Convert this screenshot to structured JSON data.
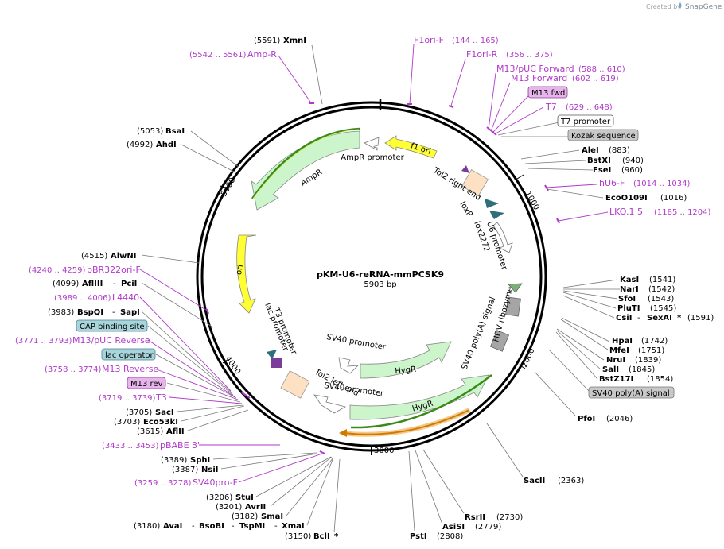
{
  "header": {
    "created_by": "Created by",
    "brand": "SnapGene"
  },
  "plasmid": {
    "name": "pKM-U6-reRNA-mmPCSK9",
    "size": "5903 bp"
  },
  "ticks": [
    "1000",
    "2000",
    "3000",
    "4000",
    "5000"
  ],
  "features": {
    "f1_ori": "f1 ori",
    "ampr": "AmpR",
    "ampr_promoter": "AmpR promoter",
    "tol2_right": "Tol2 right end",
    "loxp": "loxP",
    "lox2272": "lox2272",
    "u6_promoter": "U6 promoter",
    "ori": "ori",
    "t3_promoter": "T3 promoter",
    "lac_promoter": "lac promoter",
    "hdv_ribozyme": "HDV ribozyme",
    "sv40_polya": "SV40 poly(A) signal",
    "sv40_promoter_1": "SV40 promoter",
    "hygr_1": "HygR",
    "tol2_left": "Tol2 left end",
    "sv40_promoter_2": "SV40 promoter",
    "hygr_2": "HygR"
  },
  "right_sites": {
    "f1ori_f": {
      "name": "F1ori-F",
      "pos": "(144 .. 165)"
    },
    "f1ori_r": {
      "name": "F1ori-R",
      "pos": "(356 .. 375)"
    },
    "m13puc_fwd": {
      "name": "M13/pUC Forward",
      "pos": "(588 .. 610)"
    },
    "m13_forward": {
      "name": "M13 Forward",
      "pos": "(602 .. 619)"
    },
    "m13_fwd_box": "M13 fwd",
    "t7": {
      "name": "T7",
      "pos": "(629 .. 648)"
    },
    "t7_promoter_box": "T7 promoter",
    "kozak_box": "Kozak sequence",
    "alei": {
      "name": "AleI",
      "pos": "(883)"
    },
    "bstxi": {
      "name": "BstXI",
      "pos": "(940)"
    },
    "fsei": {
      "name": "FseI",
      "pos": "(960)"
    },
    "hu6f": {
      "name": "hU6-F",
      "pos": "(1014 .. 1034)"
    },
    "ecoo109i": {
      "name": "EcoO109I",
      "pos": "(1016)"
    },
    "lko1": {
      "name": "LKO.1 5'",
      "pos": "(1185 .. 1204)"
    },
    "kasi": {
      "name": "KasI",
      "pos": "(1541)"
    },
    "nari": {
      "name": "NarI",
      "pos": "(1542)"
    },
    "sfoi": {
      "name": "SfoI",
      "pos": "(1543)"
    },
    "pluti": {
      "name": "PluTI",
      "pos": "(1545)"
    },
    "csii": {
      "name": "CsiI",
      "dash": "-",
      "name2": "SexAI",
      "star": "*",
      "pos": "(1591)"
    },
    "hpai": {
      "name": "HpaI",
      "pos": "(1742)"
    },
    "mfei": {
      "name": "MfeI",
      "pos": "(1751)"
    },
    "nrui": {
      "name": "NruI",
      "pos": "(1839)"
    },
    "sali": {
      "name": "SalI",
      "pos": "(1845)"
    },
    "bstz17i": {
      "name": "BstZ17I",
      "pos": "(1854)"
    },
    "sv40_box": "SV40 poly(A) signal",
    "pfoi": {
      "name": "PfoI",
      "pos": "(2046)"
    },
    "sacii": {
      "name": "SacII",
      "pos": "(2363)"
    },
    "rsrii": {
      "name": "RsrII",
      "pos": "(2730)"
    },
    "asisi": {
      "name": "AsiSI",
      "pos": "(2779)"
    },
    "psti": {
      "name": "PstI",
      "pos": "(2808)"
    }
  },
  "left_sites": {
    "xmni": {
      "pos": "(5591)",
      "name": "XmnI"
    },
    "ampr_primer": {
      "pos": "(5542 .. 5561)",
      "name": "Amp-R"
    },
    "bsai": {
      "pos": "(5053)",
      "name": "BsaI"
    },
    "ahdi": {
      "pos": "(4992)",
      "name": "AhdI"
    },
    "alwni": {
      "pos": "(4515)",
      "name": "AlwNI"
    },
    "pbr322": {
      "pos": "(4240 .. 4259)",
      "name": "pBR322ori-F"
    },
    "afliii_pcii": {
      "pos": "(4099)",
      "name": "AflIII",
      "dash": "-",
      "name2": "PciI"
    },
    "l4440": {
      "pos": "(3989 .. 4006)",
      "name": "L4440"
    },
    "bspqi_sapi": {
      "pos": "(3983)",
      "name": "BspQI",
      "dash": "-",
      "name2": "SapI"
    },
    "cap_box": "CAP binding site",
    "m13puc_rev": {
      "pos": "(3771 .. 3793)",
      "name": "M13/pUC Reverse"
    },
    "lacop_box": "lac operator",
    "m13_reverse": {
      "pos": "(3758 .. 3774)",
      "name": "M13 Reverse"
    },
    "m13rev_box": "M13 rev",
    "t3": {
      "pos": "(3719 .. 3739)",
      "name": "T3"
    },
    "saci": {
      "pos": "(3705)",
      "name": "SacI"
    },
    "eco53ki": {
      "pos": "(3703)",
      "name": "Eco53kI"
    },
    "afliii2": {
      "pos": "(3615)",
      "name": "AflII"
    },
    "pbabe": {
      "pos": "(3433 .. 3453)",
      "name": "pBABE 3'"
    },
    "sphi": {
      "pos": "(3389)",
      "name": "SphI"
    },
    "nsii": {
      "pos": "(3387)",
      "name": "NsiI"
    },
    "sv40pro": {
      "pos": "(3259 .. 3278)",
      "name": "SV40pro-F"
    },
    "stui": {
      "pos": "(3206)",
      "name": "StuI"
    },
    "avrii": {
      "pos": "(3201)",
      "name": "AvrII"
    },
    "smai": {
      "pos": "(3182)",
      "name": "SmaI"
    },
    "avai": {
      "pos": "(3180)",
      "name": "AvaI",
      "d1": "-",
      "n2": "BsoBI",
      "d2": "-",
      "n3": "TspMI",
      "d3": "-",
      "n4": "XmaI"
    },
    "bcli": {
      "pos": "(3150)",
      "name": "BclI",
      "star": "*"
    }
  }
}
